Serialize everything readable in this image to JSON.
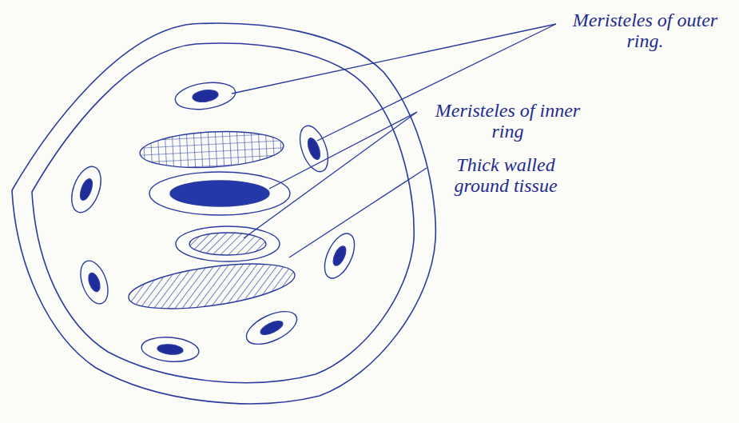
{
  "diagram": {
    "labels": [
      "Meristeles of outer ring.",
      "Meristeles of inner ring",
      "Thick walled ground tissue"
    ]
  }
}
